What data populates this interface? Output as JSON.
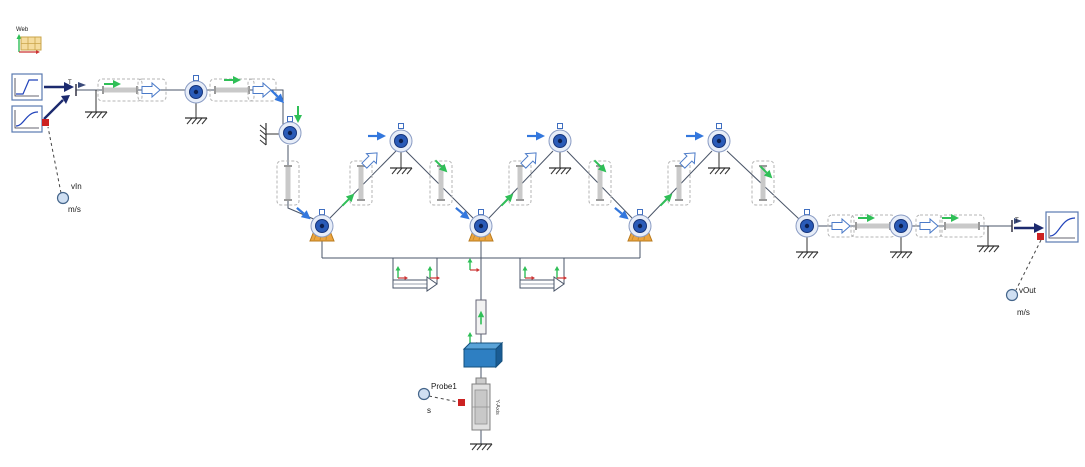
{
  "labels": {
    "web_icon": "Web",
    "flange_left": "T",
    "flange_right": "T",
    "vin_name": "vIn",
    "vin_unit": "m/s",
    "vout_name": "vOut",
    "vout_unit": "m/s",
    "probe_name": "Probe1",
    "probe_unit": "s",
    "y_axis": "Y-Axis"
  },
  "colors": {
    "roller_hub_blue": "#2a5bb8",
    "roller_ring": "#e7edf8",
    "drive_base_orange": "#eda53f",
    "web_span_gray": "#c9c9c9",
    "flow_arrow_green": "#2fbf57",
    "flow_arrow_blue": "#3377dd",
    "signal_arrow_navy": "#1c2a6e",
    "marker_red": "#cc2222",
    "probe_fill": "#cfdff2",
    "mass_box_blue": "#2e7fc2",
    "grid_icon_tan": "#f5dc9e"
  }
}
